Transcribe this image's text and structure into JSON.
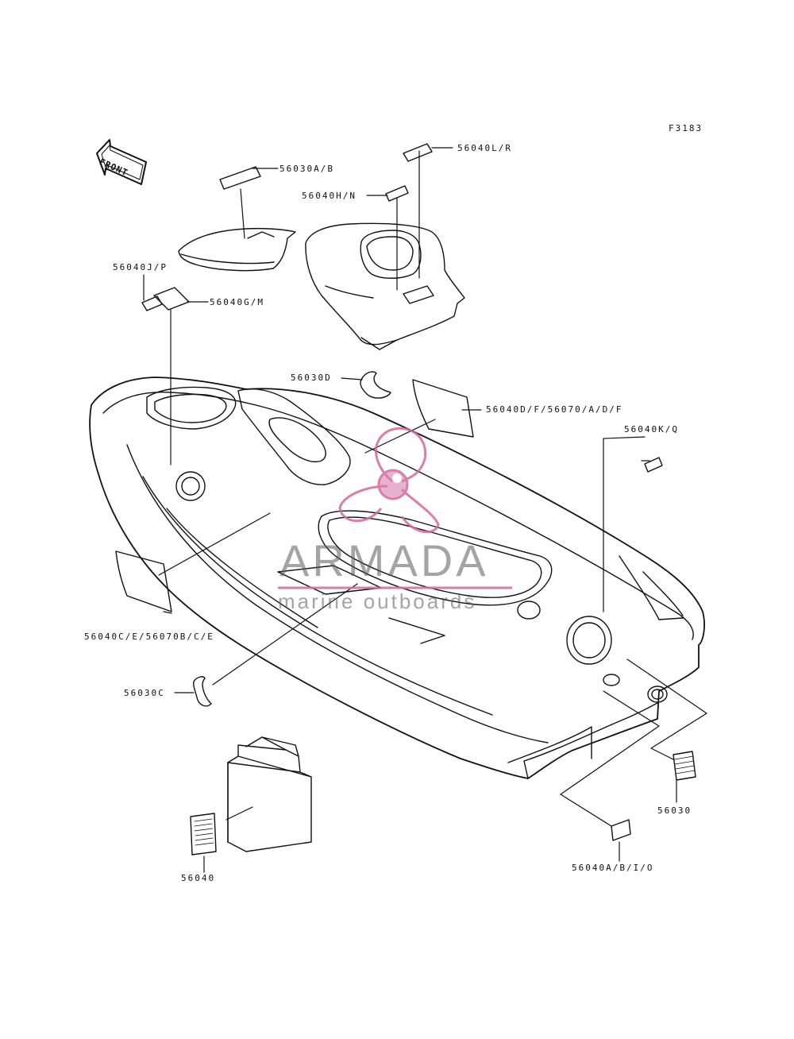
{
  "figure_code": "F3183",
  "front_arrow_label": "FRONT",
  "watermark": {
    "brand": "ARMADA",
    "tagline": "marine outboards",
    "accent_color": "#d4689b",
    "text_color": "#5a5a5a"
  },
  "part_labels": [
    {
      "id": "56030A/B",
      "text": "56030A/B"
    },
    {
      "id": "56040L/R",
      "text": "56040L/R"
    },
    {
      "id": "56040H/N",
      "text": "56040H/N"
    },
    {
      "id": "56040J/P",
      "text": "56040J/P"
    },
    {
      "id": "56040G/M",
      "text": "56040G/M"
    },
    {
      "id": "56030D",
      "text": "56030D"
    },
    {
      "id": "56040D/F/56070/A/D/F",
      "text": "56040D/F/56070/A/D/F"
    },
    {
      "id": "56040K/Q",
      "text": "56040K/Q"
    },
    {
      "id": "56040C/E/56070B/C/E",
      "text": "56040C/E/56070B/C/E"
    },
    {
      "id": "56030C",
      "text": "56030C"
    },
    {
      "id": "56030",
      "text": "56030"
    },
    {
      "id": "56040",
      "text": "56040"
    },
    {
      "id": "56040A/B/I/O",
      "text": "56040A/B/I/O"
    }
  ]
}
